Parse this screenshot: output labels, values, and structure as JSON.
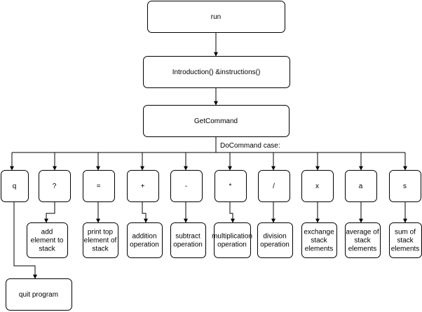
{
  "diagram": {
    "nodes": {
      "run": {
        "label": "run"
      },
      "intro": {
        "label": "Introduction() &instructions()"
      },
      "getcommand": {
        "label": "GetCommand"
      },
      "cmd_q": {
        "label": "q"
      },
      "cmd_help": {
        "label": "?"
      },
      "cmd_print": {
        "label": "="
      },
      "cmd_add": {
        "label": "+"
      },
      "cmd_sub": {
        "label": "-"
      },
      "cmd_mul": {
        "label": "*"
      },
      "cmd_div": {
        "label": "/"
      },
      "cmd_x": {
        "label": "x"
      },
      "cmd_a": {
        "label": "a"
      },
      "cmd_s": {
        "label": "s"
      },
      "act_help": {
        "label": [
          "add",
          "element to",
          "stack"
        ]
      },
      "act_print": {
        "label": [
          "print top",
          "element of",
          "stack"
        ]
      },
      "act_add": {
        "label": [
          "addition",
          "operation"
        ]
      },
      "act_sub": {
        "label": [
          "subtract",
          "operation"
        ]
      },
      "act_mul": {
        "label": [
          "multiplication",
          "operation"
        ]
      },
      "act_div": {
        "label": [
          "division",
          "operation"
        ]
      },
      "act_x": {
        "label": [
          "exchange",
          "stack",
          "elements"
        ]
      },
      "act_a": {
        "label": [
          "average of",
          "stack",
          "elements"
        ]
      },
      "act_s": {
        "label": [
          "sum of",
          "stack",
          "elements"
        ]
      },
      "act_quit": {
        "label": "quit program"
      }
    },
    "edges": [
      {
        "from": "run",
        "to": "intro"
      },
      {
        "from": "intro",
        "to": "getcommand"
      },
      {
        "from": "getcommand",
        "to": "cmd_q",
        "label": "DoCommand case:"
      },
      {
        "from": "getcommand",
        "to": "cmd_help"
      },
      {
        "from": "getcommand",
        "to": "cmd_print"
      },
      {
        "from": "getcommand",
        "to": "cmd_add"
      },
      {
        "from": "getcommand",
        "to": "cmd_sub"
      },
      {
        "from": "getcommand",
        "to": "cmd_mul"
      },
      {
        "from": "getcommand",
        "to": "cmd_div"
      },
      {
        "from": "getcommand",
        "to": "cmd_x"
      },
      {
        "from": "getcommand",
        "to": "cmd_a"
      },
      {
        "from": "getcommand",
        "to": "cmd_s"
      },
      {
        "from": "cmd_q",
        "to": "act_quit"
      },
      {
        "from": "cmd_help",
        "to": "act_help"
      },
      {
        "from": "cmd_print",
        "to": "act_print"
      },
      {
        "from": "cmd_add",
        "to": "act_add"
      },
      {
        "from": "cmd_sub",
        "to": "act_sub"
      },
      {
        "from": "cmd_mul",
        "to": "act_mul"
      },
      {
        "from": "cmd_div",
        "to": "act_div"
      },
      {
        "from": "cmd_x",
        "to": "act_x"
      },
      {
        "from": "cmd_a",
        "to": "act_a"
      },
      {
        "from": "cmd_s",
        "to": "act_s"
      }
    ]
  },
  "colors": {
    "stroke": "#000000",
    "fill": "#ffffff",
    "text": "#000000"
  }
}
